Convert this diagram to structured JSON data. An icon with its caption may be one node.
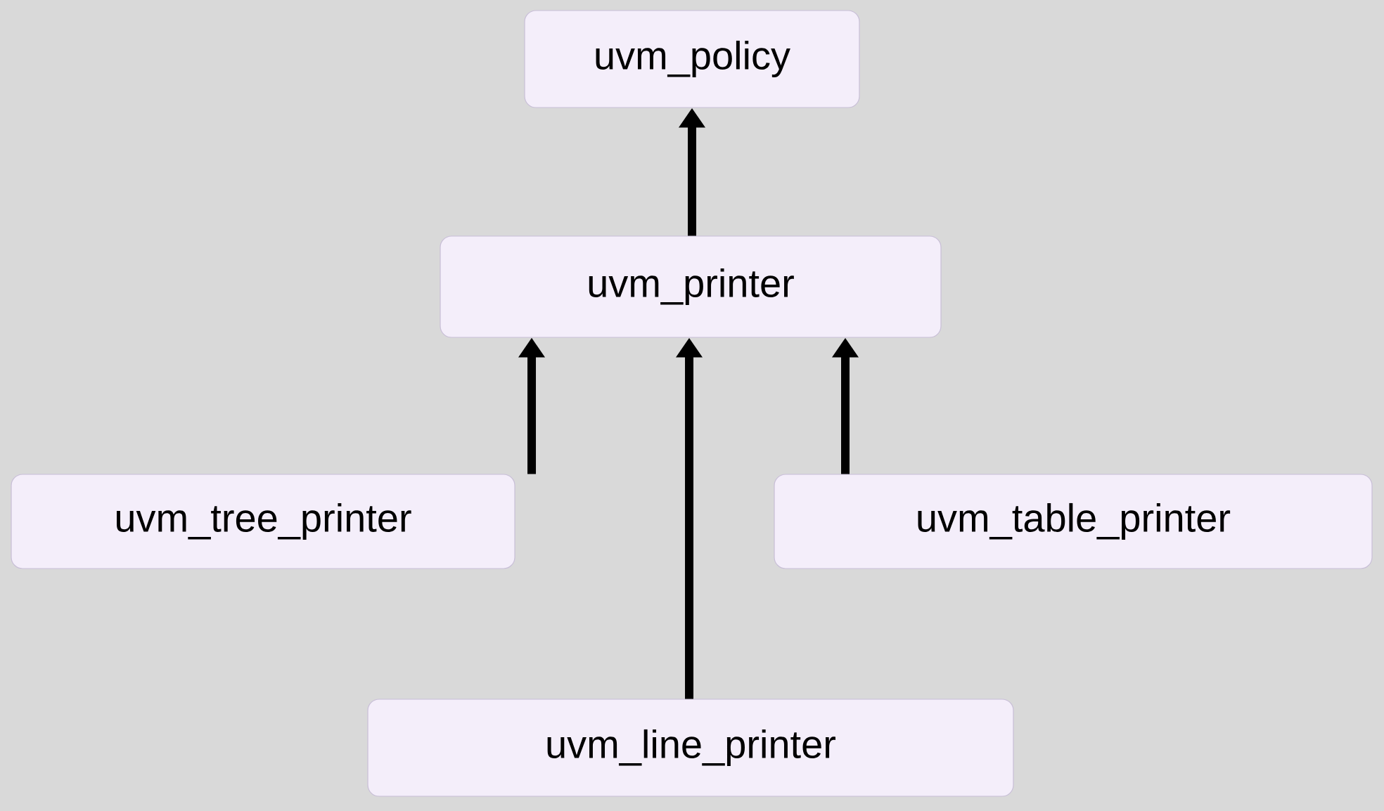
{
  "diagram": {
    "nodes": [
      {
        "text": [
          "uvm_policy"
        ]
      },
      {
        "text": [
          "uvm_printer"
        ]
      },
      {
        "text": [
          "uvm_tree_printer"
        ]
      },
      {
        "text": [
          "uvm_table_printer"
        ]
      },
      {
        "text": [
          "uvm_line_printer"
        ]
      }
    ],
    "edges": [
      {
        "from": 1,
        "to": 0,
        "arrow": "to"
      },
      {
        "from": 2,
        "to": 1,
        "arrow": "to"
      },
      {
        "from": 4,
        "to": 1,
        "arrow": "to"
      },
      {
        "from": 3,
        "to": 1,
        "arrow": "to"
      }
    ]
  }
}
